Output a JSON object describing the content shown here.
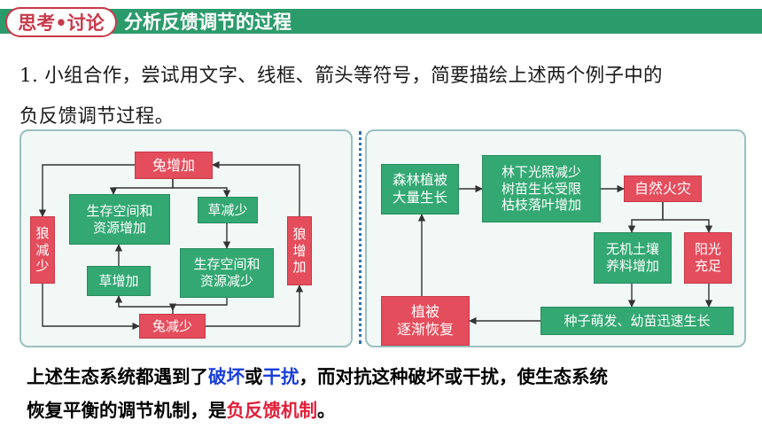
{
  "header": {
    "tag": "思考•讨论",
    "title": "分析反馈调节的过程"
  },
  "question": {
    "line1": "1. 小组合作，尝试用文字、线框、箭头等符号，简要描绘上述两个例子中的",
    "line2": "负反馈调节过程。"
  },
  "left_diagram": {
    "rabbit_increase": "兔增加",
    "wolf_decrease": [
      "狼",
      "减",
      "少"
    ],
    "wolf_increase": [
      "狼",
      "增",
      "加"
    ],
    "space_increase": [
      "生存空间和",
      "资源增加"
    ],
    "grass_decrease": "草减少",
    "space_decrease": [
      "生存空间和",
      "资源减少"
    ],
    "grass_increase": "草增加",
    "rabbit_decrease": "兔减少"
  },
  "right_diagram": {
    "forest_growth": [
      "森林植被",
      "大量生长"
    ],
    "light_decrease": [
      "林下光照减少",
      "树苗生长受限",
      "枯枝落叶增加"
    ],
    "wildfire": "自然火灾",
    "nutrient_increase": [
      "无机土壤",
      "养料增加"
    ],
    "sunlight": [
      "阳光",
      "充足"
    ],
    "seed_sprout": "种子萌发、幼苗迅速生长",
    "recovery": [
      "植被",
      "逐渐恢复"
    ]
  },
  "conclusion": {
    "part1": "上述生态系统都遇到了",
    "destroy": "破坏",
    "or1": "或",
    "interfere": "干扰",
    "part2": "，而对抗这种破坏或干扰，使生态系统",
    "part3": "恢复平衡的调节机制，是",
    "mechanism": "负反馈机制",
    "period": "。"
  },
  "colors": {
    "header_green": "#2c9b6c",
    "tag_red": "#c8394a",
    "node_green": "#33a873",
    "node_red": "#e44d5c",
    "highlight_blue": "#1a3fd8",
    "highlight_red": "#e0203a"
  }
}
